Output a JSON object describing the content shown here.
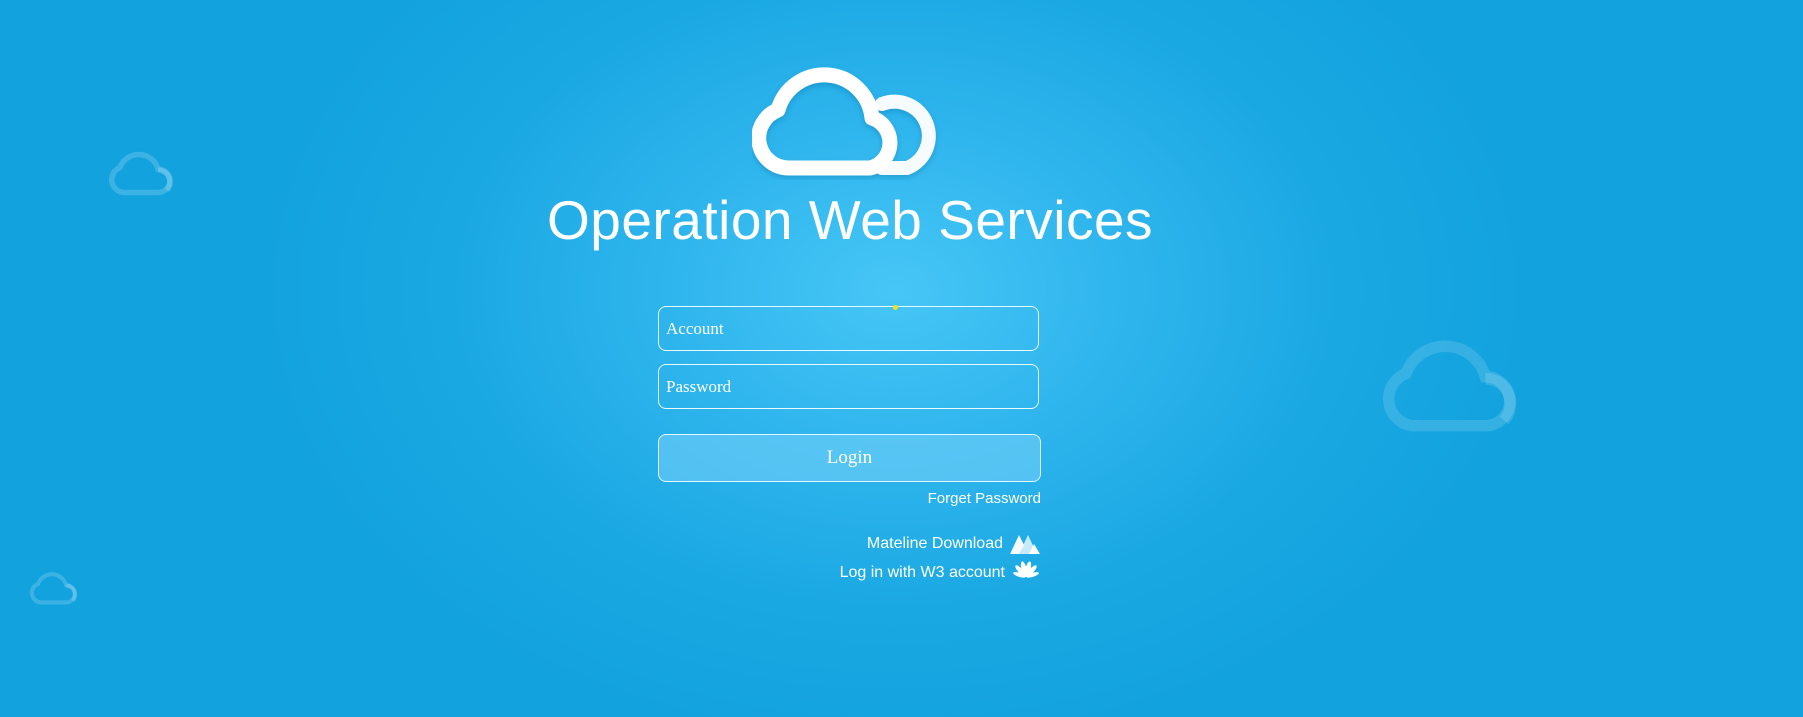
{
  "title": "Operation Web Services",
  "form": {
    "account_placeholder": "Account",
    "password_placeholder": "Password",
    "login_label": "Login",
    "forget_password_label": "Forget Password"
  },
  "links": {
    "mateline_label": "Mateline Download",
    "mateline_icon": "mateline-logo-icon",
    "w3_label": "Log in with W3 account",
    "w3_icon": "huawei-logo-icon"
  },
  "colors": {
    "background": "#1aa8e2",
    "background_center": "#46c6f6",
    "text": "#ffffff",
    "focus_dot": "#f3e11b"
  },
  "icons": {
    "logo": "cloud-logo-icon",
    "decorations": "cloud-icon"
  }
}
